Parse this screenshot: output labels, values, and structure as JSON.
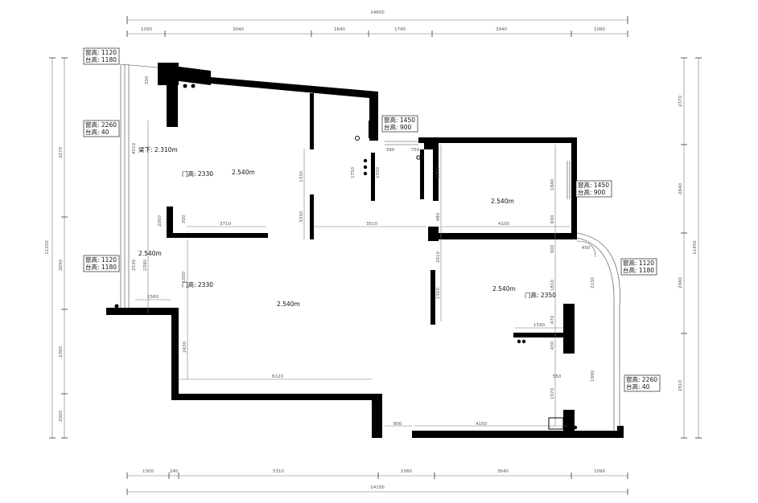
{
  "dims_top": {
    "total": "14650",
    "segments": [
      "1090",
      "3040",
      "1640",
      "1740",
      "3940",
      "1090"
    ]
  },
  "dims_bottom": {
    "total": "14150",
    "segments": [
      "1300",
      "240",
      "5310",
      "1560",
      "3640",
      "1090"
    ]
  },
  "dims_left": {
    "total": "11250",
    "segments": [
      "3270",
      "2690",
      "2360",
      "2000"
    ]
  },
  "dims_right": {
    "total": "11450",
    "segments": [
      "2370",
      "2640",
      "2940",
      "2810"
    ]
  },
  "windows": [
    {
      "h": "窗高: 1120",
      "s": "台高: 1180"
    },
    {
      "h": "窗高: 2260",
      "s": "台高: 40"
    },
    {
      "h": "窗高: 1120",
      "s": "台高: 1180"
    },
    {
      "h": "窗高: 1450",
      "s": "台高: 900"
    },
    {
      "h": "窗高: 1450",
      "s": "台高: 900"
    },
    {
      "h": "窗高: 1120",
      "s": "台高: 1180"
    },
    {
      "h": "窗高: 2260",
      "s": "台高: 40"
    }
  ],
  "heights": [
    "梁下: 2.310m",
    "2.540m",
    "2.540m",
    "2.540m",
    "2.540m",
    "2.540m"
  ],
  "doors": [
    "门高: 2330",
    "门高: 2330",
    "门高: 2350"
  ],
  "inner_dims": [
    "3710",
    "3510",
    "4100",
    "6120",
    "4150",
    "1560",
    "1590",
    "900",
    "1330",
    "3330",
    "1550",
    "1750",
    "1350",
    "1840",
    "1970",
    "2000",
    "1030",
    "2390",
    "2530",
    "2430",
    "4510",
    "1920",
    "430",
    "2130",
    "1990",
    "900",
    "1810",
    "470",
    "450",
    "550",
    "480",
    "390",
    "330",
    "300",
    "690",
    "750",
    "2610"
  ]
}
